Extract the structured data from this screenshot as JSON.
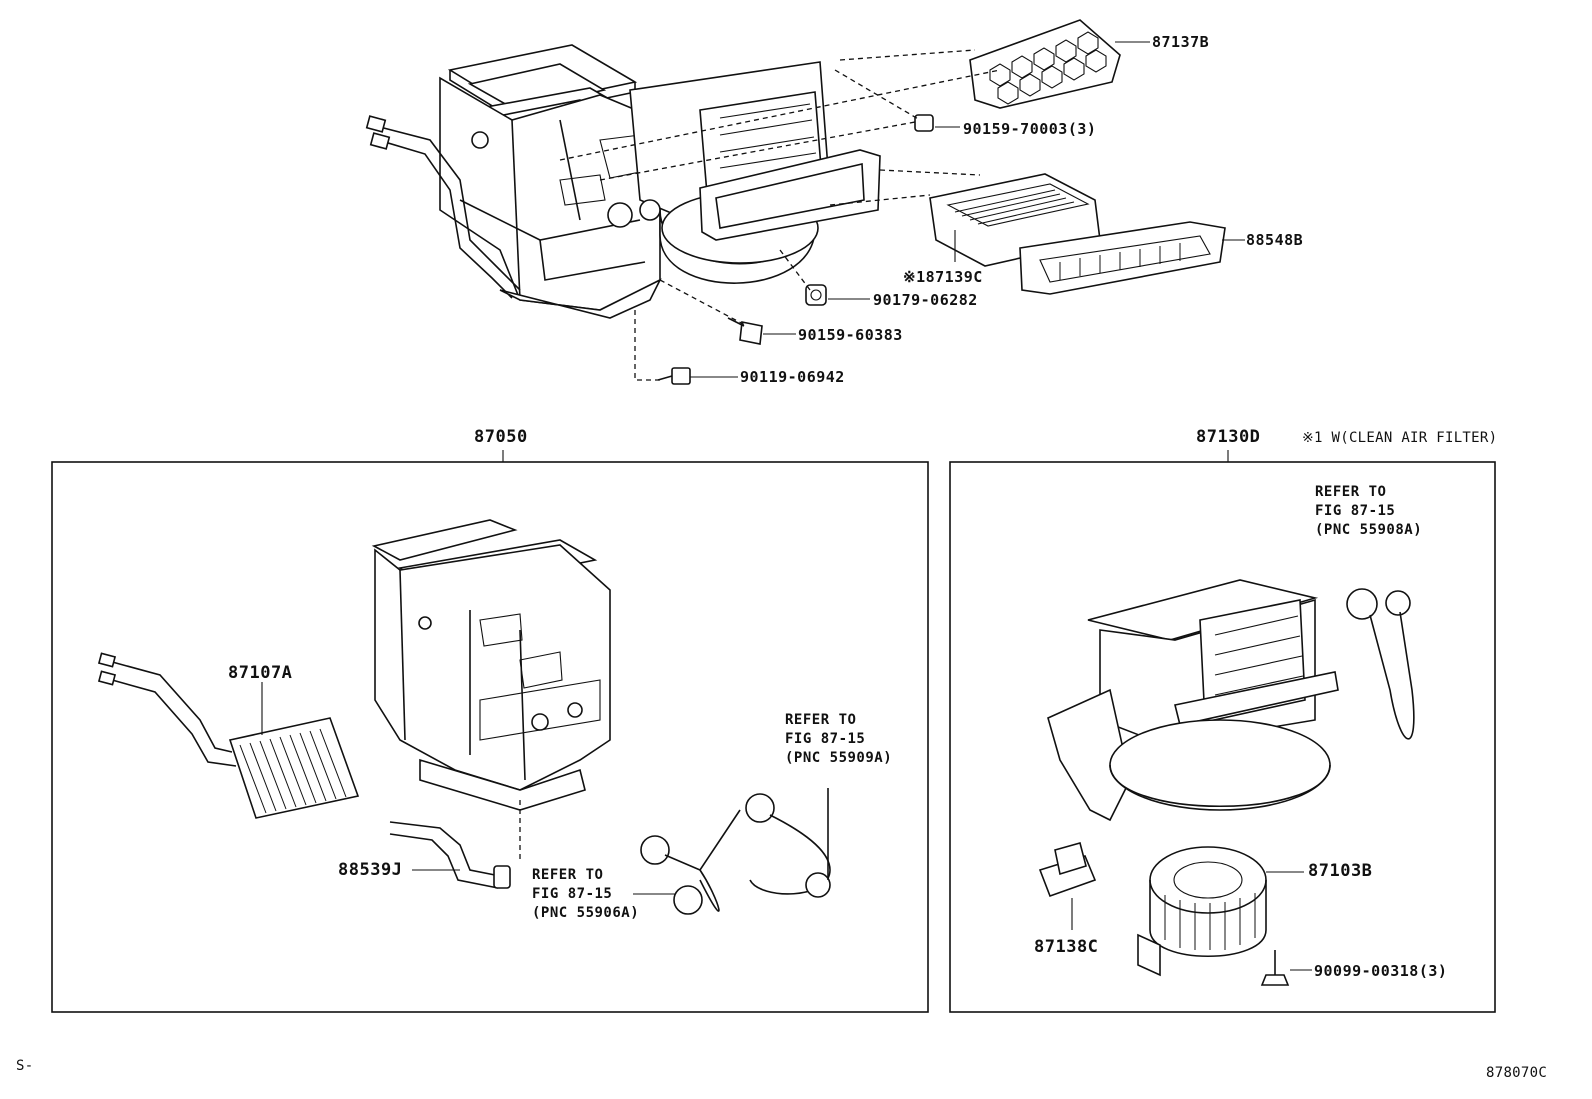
{
  "parts": {
    "p87137B": "87137B",
    "p90159_70003": "90159-70003(3)",
    "p88548B": "88548B",
    "p87139C": "※187139C",
    "p90179_06282": "90179-06282",
    "p90159_60383": "90159-60383",
    "p90119_06942": "90119-06942",
    "p87050": "87050",
    "p87130D": "87130D",
    "p87107A": "87107A",
    "p88539J": "88539J",
    "p87103B": "87103B",
    "p87138C": "87138C",
    "p90099_00318": "90099-00318(3)"
  },
  "note": "※1 W(CLEAN AIR FILTER)",
  "refs": {
    "r55909A": {
      "line1": "REFER TO",
      "line2": "FIG 87-15",
      "line3": "(PNC 55909A)"
    },
    "r55906A": {
      "line1": "REFER TO",
      "line2": "FIG 87-15",
      "line3": "(PNC 55906A)"
    },
    "r55908A": {
      "line1": "REFER TO",
      "line2": "FIG 87-15",
      "line3": "(PNC 55908A)"
    }
  },
  "footer": {
    "left": "S-",
    "right": "878070C"
  }
}
